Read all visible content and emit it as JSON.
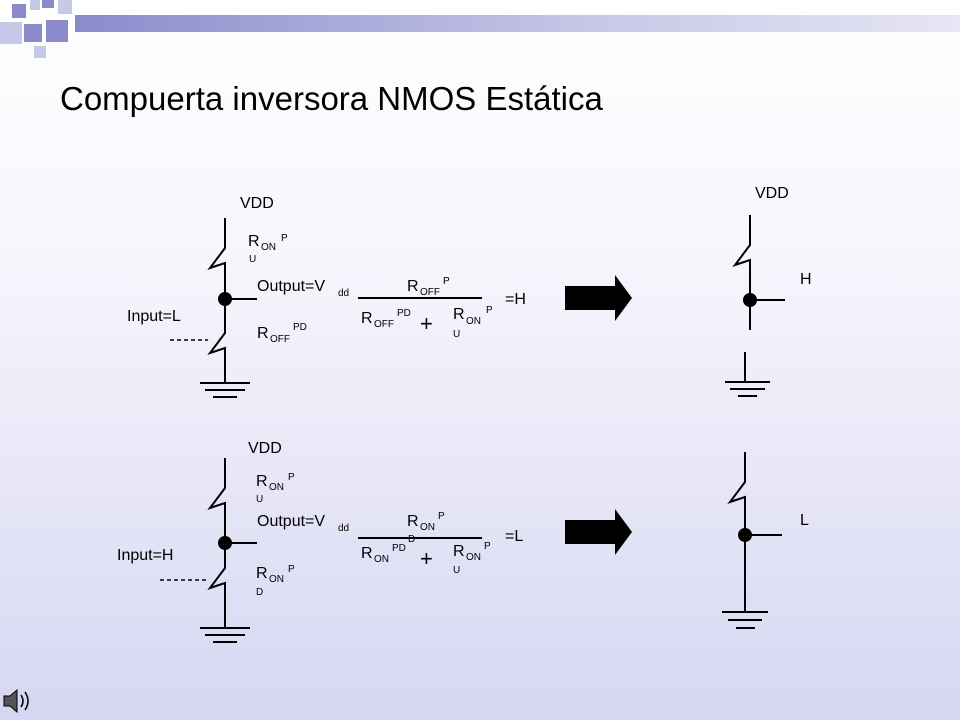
{
  "colors": {
    "accent": "#8b8bcc",
    "accent_light": "#c8c8e8",
    "wire": "#000000"
  },
  "title": "Compuerta inversora NMOS Estática",
  "speaker_icon": "speaker-icon",
  "top_circuit": {
    "vdd": "VDD",
    "r_on": "R",
    "r_on_sub": "ON",
    "r_on_sup": "P",
    "r_on_sub2": "U",
    "output": "Output=V",
    "output_sub": "dd",
    "r_off": "R",
    "r_off_sub": "OFF",
    "r_off_sup": "PD",
    "input": "Input=L",
    "num_r": "R",
    "num_sub": "OFF",
    "num_sup": "P",
    "den1_r": "R",
    "den1_sub": "OFF",
    "den1_sup": "PD",
    "plus": "+",
    "den2_r": "R",
    "den2_sub": "ON",
    "den2_sup": "P",
    "den2_sub2": "U",
    "result": "=H"
  },
  "bottom_circuit": {
    "vdd": "VDD",
    "r_on": "R",
    "r_on_sub": "ON",
    "r_on_sup": "P",
    "r_on_sub2": "U",
    "output": "Output=V",
    "output_sub": "dd",
    "r_pd": "R",
    "r_pd_sub": "ON",
    "r_pd_sup": "P",
    "r_pd_sub2": "D",
    "input": "Input=H",
    "num_r": "R",
    "num_sub": "ON",
    "num_sup": "P",
    "num_sub2": "D",
    "den1_r": "R",
    "den1_sub": "ON",
    "den1_sup": "PD",
    "plus": "+",
    "den2_r": "R",
    "den2_sub": "ON",
    "den2_sup": "P",
    "den2_sub2": "U",
    "result": "=L"
  },
  "right_top": {
    "vdd": "VDD",
    "state": "H"
  },
  "right_bottom": {
    "state": "L"
  }
}
